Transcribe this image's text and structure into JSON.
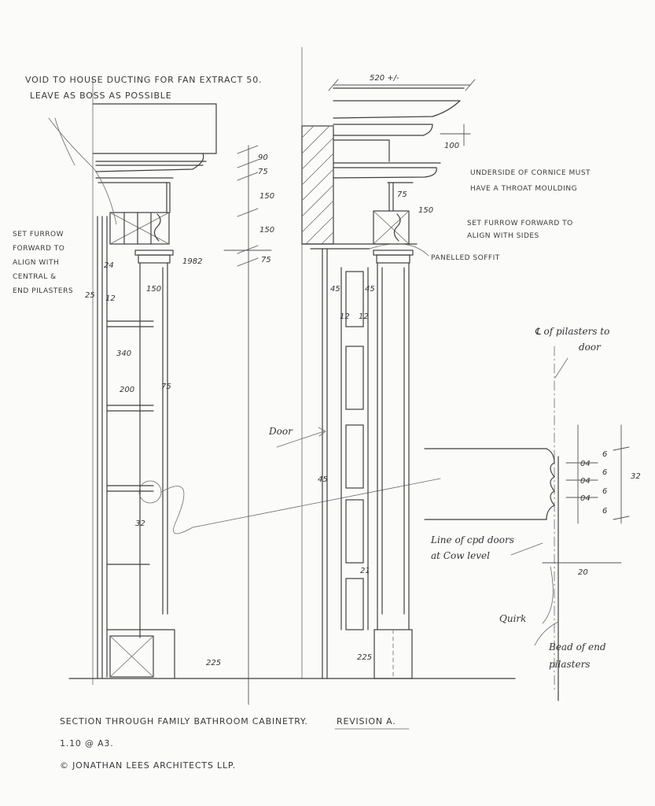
{
  "annotations": {
    "void_note_line1": "VOID TO HOUSE DUCTING FOR FAN EXTRACT 50.",
    "void_note_line2": "LEAVE AS BOSS AS POSSIBLE",
    "set_furrow_left_1": "SET FURROW",
    "set_furrow_left_2": "FORWARD TO",
    "set_furrow_left_3": "ALIGN WITH",
    "set_furrow_left_4": "CENTRAL &",
    "set_furrow_left_5": "END PILASTERS",
    "underside_1": "UNDERSIDE OF CORNICE MUST",
    "underside_2": "HAVE A THROAT MOULDING",
    "set_furrow_right_1": "SET FURROW FORWARD TO",
    "set_furrow_right_2": "ALIGN WITH SIDES",
    "panelled_soffit": "PANELLED SOFFIT",
    "door": "Door",
    "cl_pilasters_1": "℄ of pilasters to",
    "cl_pilasters_2": "door",
    "line_doors_1": "Line of cpd doors",
    "line_doors_2": "at Cow level",
    "quirk": "Quirk",
    "bead_1": "Bead of end",
    "bead_2": "pilasters",
    "ref_mark": "1982"
  },
  "dimensions": {
    "d90": "90",
    "d75a": "75",
    "d150a": "150",
    "d150b": "150",
    "d75b": "75",
    "d520": "520 +/-",
    "d100": "100",
    "d75c": "75",
    "d150c": "150",
    "d24": "24",
    "d25": "25",
    "d12a": "12",
    "d150d": "150",
    "d340": "340",
    "d200": "200",
    "d75d": "75",
    "d32a": "32",
    "d45a": "45",
    "d45b": "45",
    "d12b": "12",
    "d12c": "12",
    "d45c": "45",
    "d21": "21",
    "d225a": "225",
    "d225b": "225",
    "d6a": "6",
    "d6b": "6",
    "d6c": "6",
    "d6d": "6",
    "d04a": "04",
    "d04b": "04",
    "d04c": "04",
    "d32b": "32",
    "d20": "20"
  },
  "title_block": {
    "title": "SECTION THROUGH FAMILY BATHROOM CABINETRY.",
    "revision": "REVISION A.",
    "scale": "1.10 @ A3.",
    "copyright": "© JONATHAN LEES ARCHITECTS LLP."
  }
}
